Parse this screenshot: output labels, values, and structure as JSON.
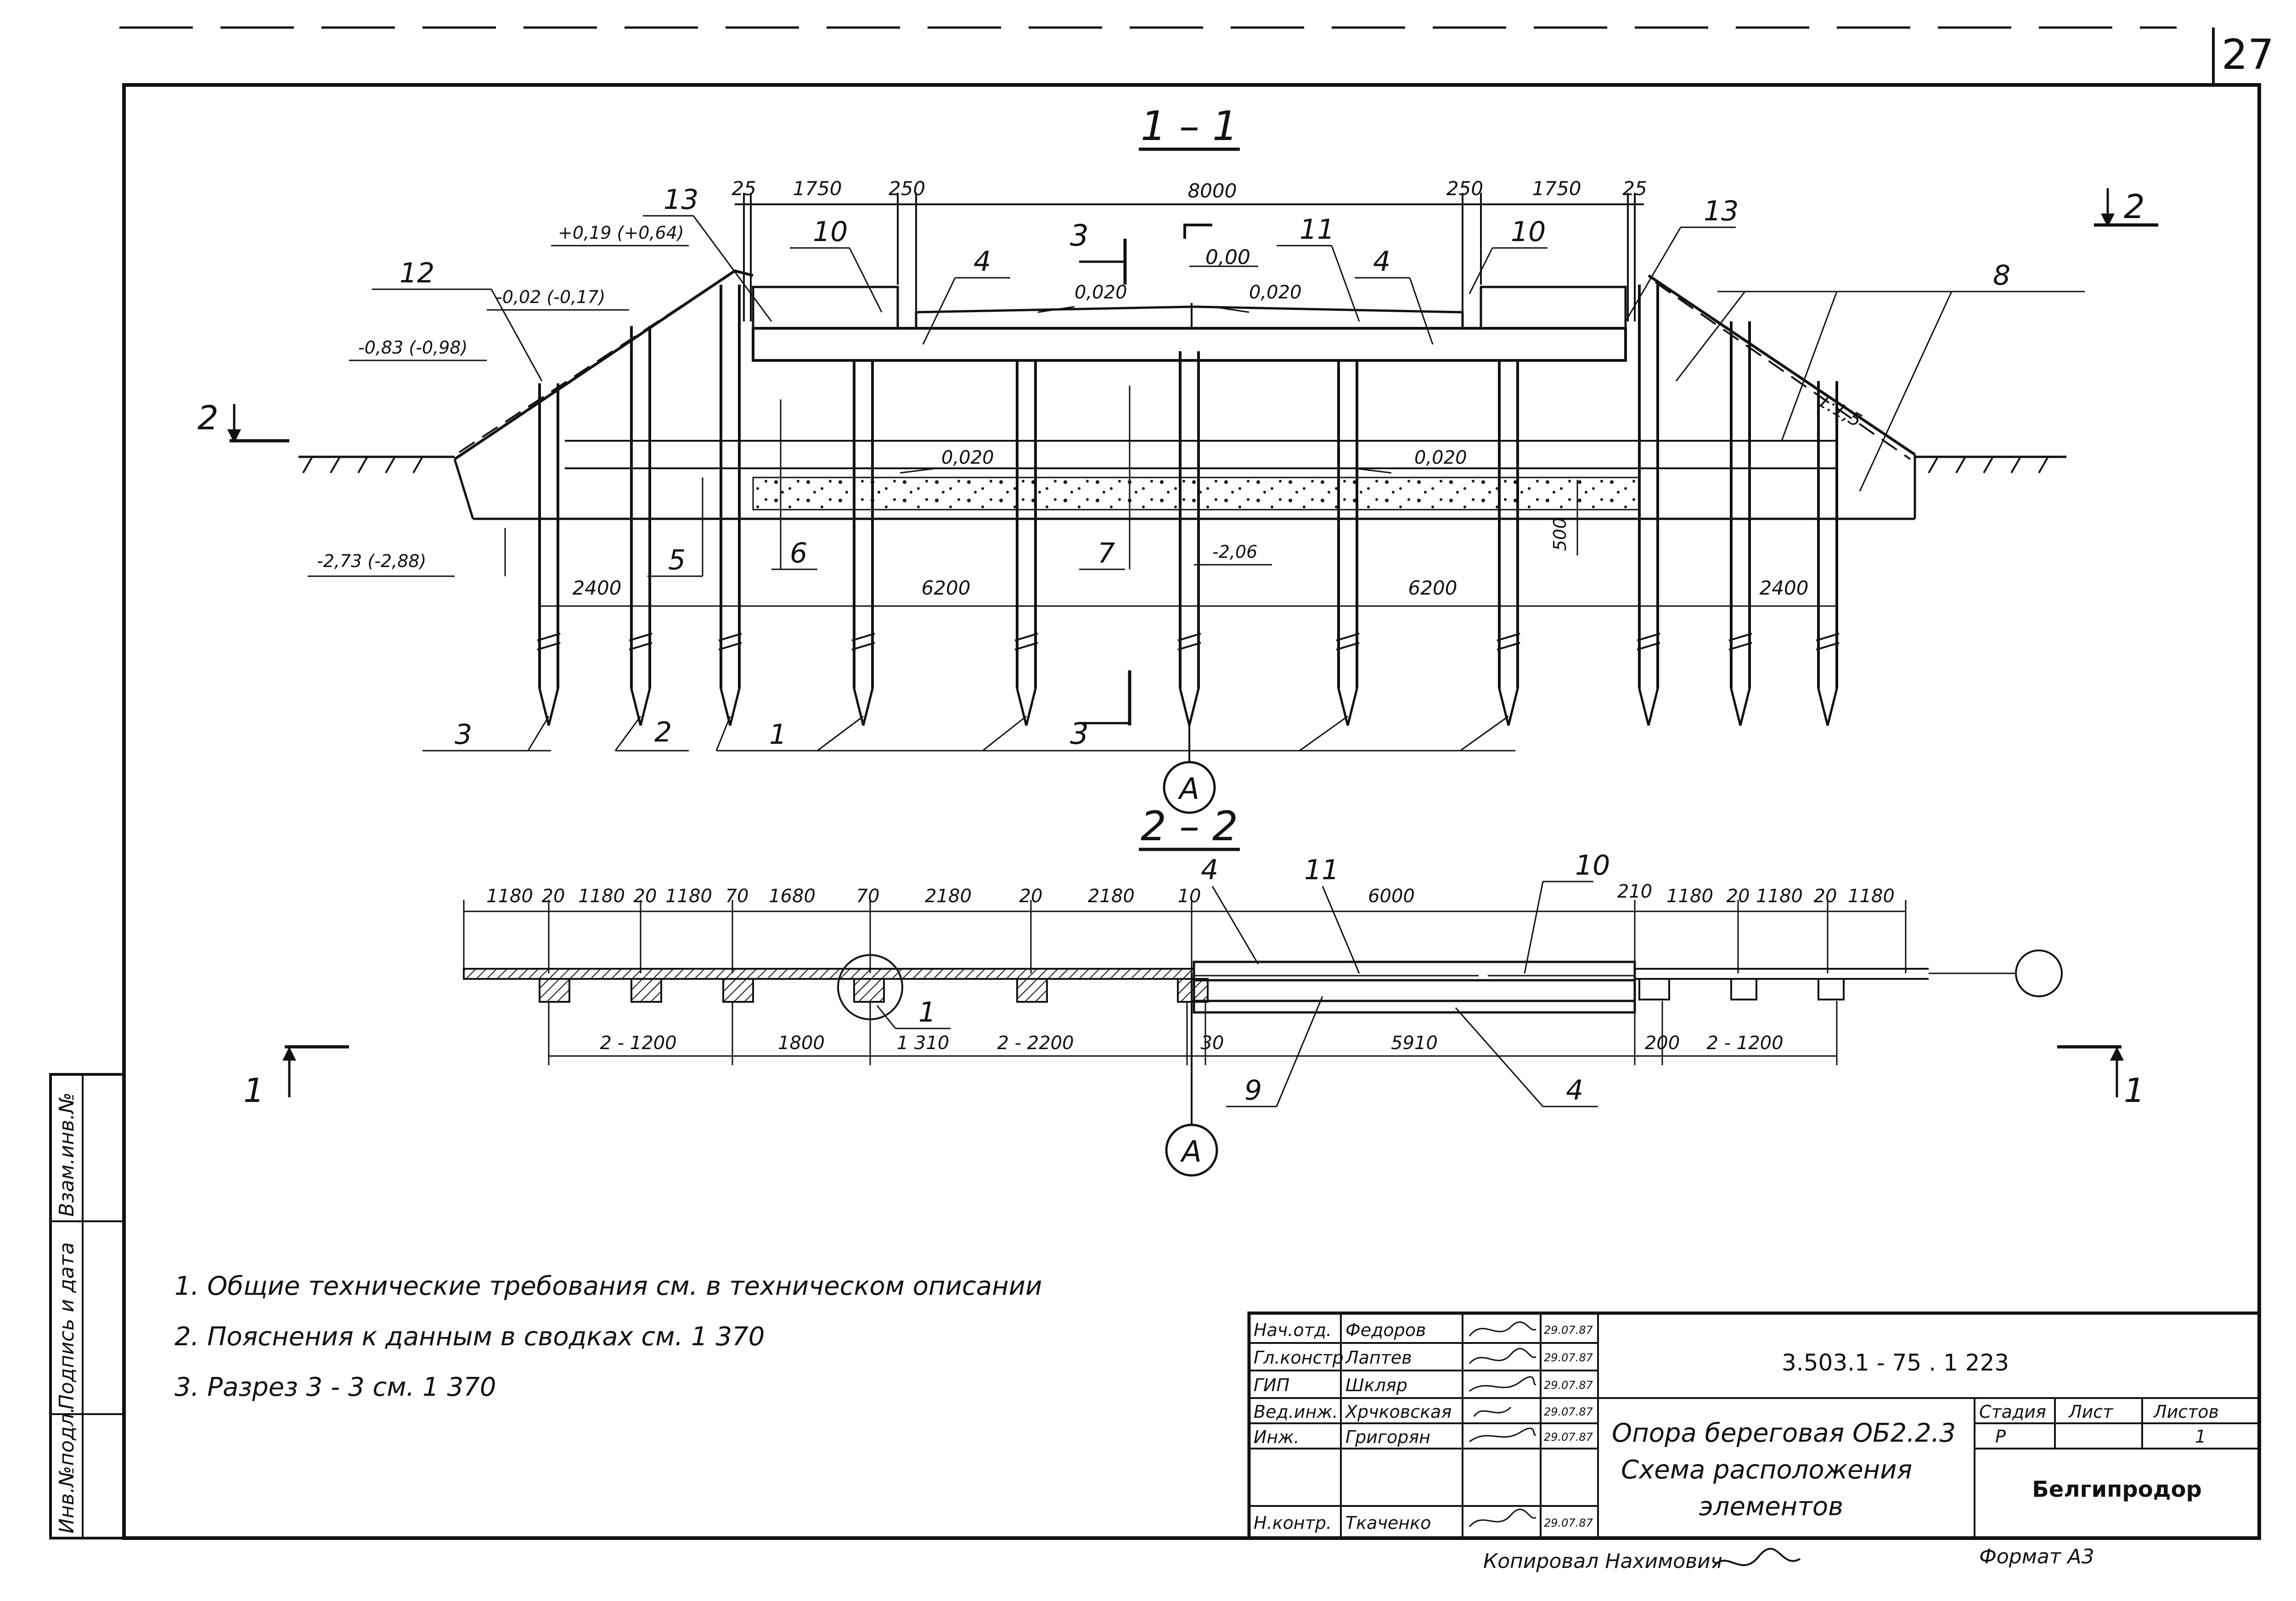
{
  "sheet_number": "27",
  "sections": {
    "s11": {
      "title": "1 – 1"
    },
    "s22": {
      "title": "2 – 2"
    }
  },
  "section_marks": {
    "s2": "2",
    "s1": "1",
    "s3": "3",
    "axis_a": "A"
  },
  "s11": {
    "top_dims": [
      "25",
      "1750",
      "250",
      "8000",
      "250",
      "1750",
      "25"
    ],
    "level_zero": "0,00",
    "levels": [
      "+0,19 (+0,64)",
      "-0,02 (-0,17)",
      "-0,83 (-0,98)",
      "-2,73 (-2,88)",
      "-2,06"
    ],
    "slopes": [
      "0,020",
      "0,020",
      "0,020",
      "0,020"
    ],
    "slope_ratio": "1:1,5",
    "spans": [
      "2400",
      "6200",
      "6200",
      "2400"
    ],
    "dim_500": "500",
    "callouts": [
      "12",
      "13",
      "10",
      "4",
      "11",
      "4",
      "10",
      "13",
      "8",
      "5",
      "6",
      "7",
      "3",
      "2",
      "1",
      "3"
    ]
  },
  "s22": {
    "top_dims": [
      "1180",
      "20",
      "1180",
      "20",
      "1180",
      "70",
      "1680",
      "70",
      "2180",
      "20",
      "2180",
      "10",
      "6000",
      "210",
      "1180",
      "20",
      "1180",
      "20",
      "1180"
    ],
    "bottom_dims": [
      "2 - 1200",
      "1800",
      "1 310",
      "2 - 2200",
      "30",
      "5910",
      "200",
      "2 - 1200"
    ],
    "callouts": [
      "4",
      "11",
      "10",
      "1",
      "9",
      "4"
    ]
  },
  "notes": [
    "1. Общие технические требования см. в техническом описании",
    "2. Пояснения к данным в сводках см. 1 370",
    "3. Разрез 3 - 3 см. 1 370"
  ],
  "side_stamp": [
    "Инв.№подл.",
    "Подпись и дата",
    "Взам.инв.№"
  ],
  "title_block": {
    "rows": [
      {
        "role": "Нач.отд.",
        "name": "Федоров",
        "date": "29.07.87"
      },
      {
        "role": "Гл.констр",
        "name": "Лаптев",
        "date": "29.07.87"
      },
      {
        "role": "ГИП",
        "name": "Шкляр",
        "date": "29.07.87"
      },
      {
        "role": "Вед.инж.",
        "name": "Хрчковская",
        "date": "29.07.87"
      },
      {
        "role": "Инж.",
        "name": "Григорян",
        "date": "29.07.87"
      },
      {
        "role": "",
        "name": "",
        "date": ""
      },
      {
        "role": "Н.контр.",
        "name": "Ткаченко",
        "date": "29.07.87"
      }
    ],
    "doc_code": "3.503.1 - 75 . 1   223",
    "title_lines": [
      "Опора береговая ОБ2.2.3",
      "Схема расположения",
      "элементов"
    ],
    "stage_head": "Стадия",
    "sheet_head": "Лист",
    "sheets_head": "Листов",
    "stage": "Р",
    "sheets": "1",
    "org": "Белгипродор"
  },
  "copied": "Копировал Нахимович",
  "format": "Формат А3"
}
